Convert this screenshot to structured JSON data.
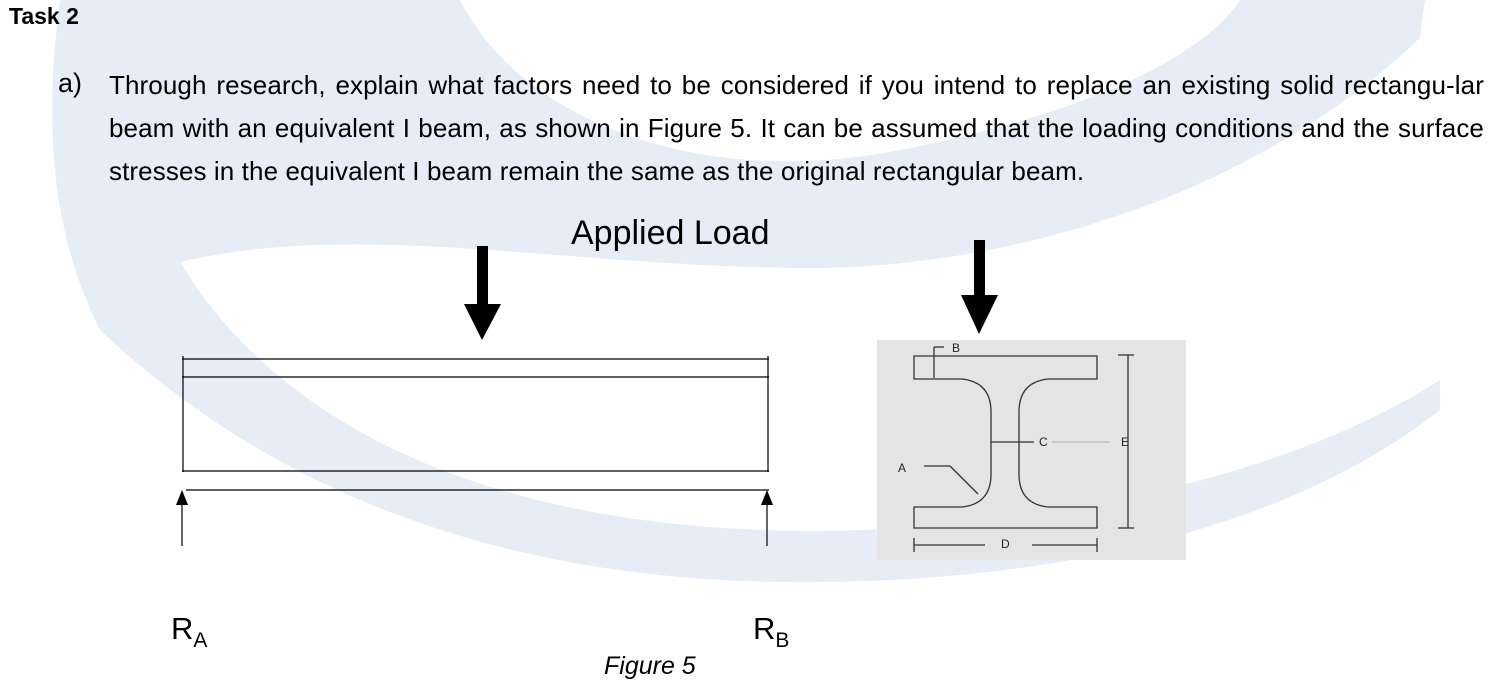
{
  "task": {
    "title": "Task 2"
  },
  "question": {
    "label": "a)",
    "text": "Through research, explain what factors need to be considered if you intend to replace an existing solid rectangu-lar beam with an equivalent I beam, as shown in Figure 5. It can be assumed that the loading conditions and the surface stresses in the equivalent I beam remain the same as the original rectangular beam."
  },
  "figure": {
    "applied_load_label": "Applied Load",
    "reaction_a": {
      "main": "R",
      "sub": "A"
    },
    "reaction_b": {
      "main": "R",
      "sub": "B"
    },
    "caption": "Figure 5",
    "ibeam_labels": {
      "a": "A",
      "b": "B",
      "c": "C",
      "d": "D",
      "e": "E"
    }
  },
  "colors": {
    "watermark": "#dfe7f3",
    "panel": "#e4e4e4",
    "ink": "#000000"
  }
}
